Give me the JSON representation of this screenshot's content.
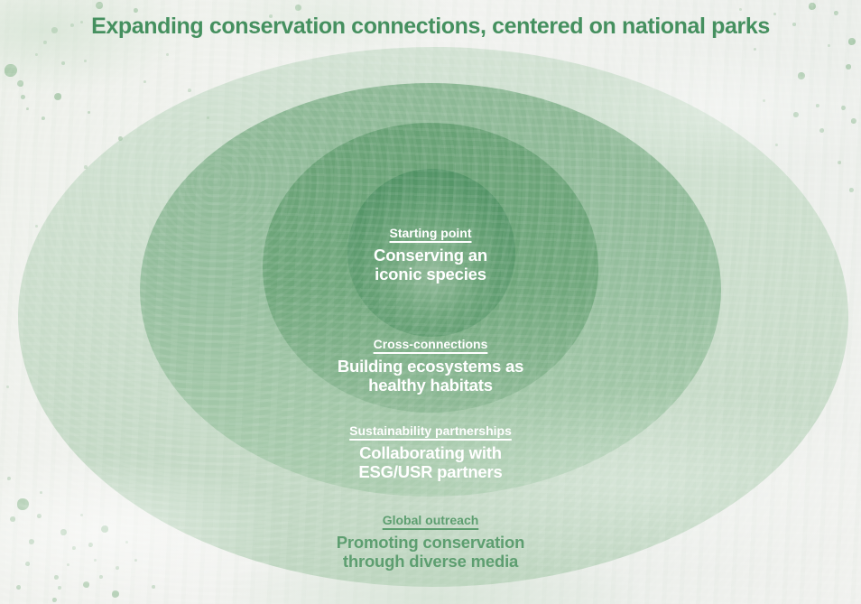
{
  "title": {
    "text": "Expanding conservation connections, centered on national parks",
    "color": "#45905f"
  },
  "diagram": {
    "type": "concentric-ellipses",
    "description_order": "innermost to outermost",
    "levels": [
      {
        "label": "Starting point",
        "line1": "Conserving an",
        "line2": "iconic species",
        "fill_color": "#5f9c6e",
        "text_color": "#ffffff"
      },
      {
        "label": "Cross-connections",
        "line1": "Building ecosystems as",
        "line2": "healthy habitats",
        "fill_color": "#79ad84",
        "text_color": "#ffffff"
      },
      {
        "label": "Sustainability partnerships",
        "line1": "Collaborating with",
        "line2": "ESG/USR partners",
        "fill_color": "#9dc4a4",
        "text_color": "#ffffff"
      },
      {
        "label": "Global outreach",
        "line1": "Promoting conservation",
        "line2": "through diverse media",
        "fill_color": "#cbdecd",
        "text_color": "#5d9e70"
      }
    ],
    "background_color": "#eef0ec",
    "speckle_color": "#9dc2a0"
  }
}
